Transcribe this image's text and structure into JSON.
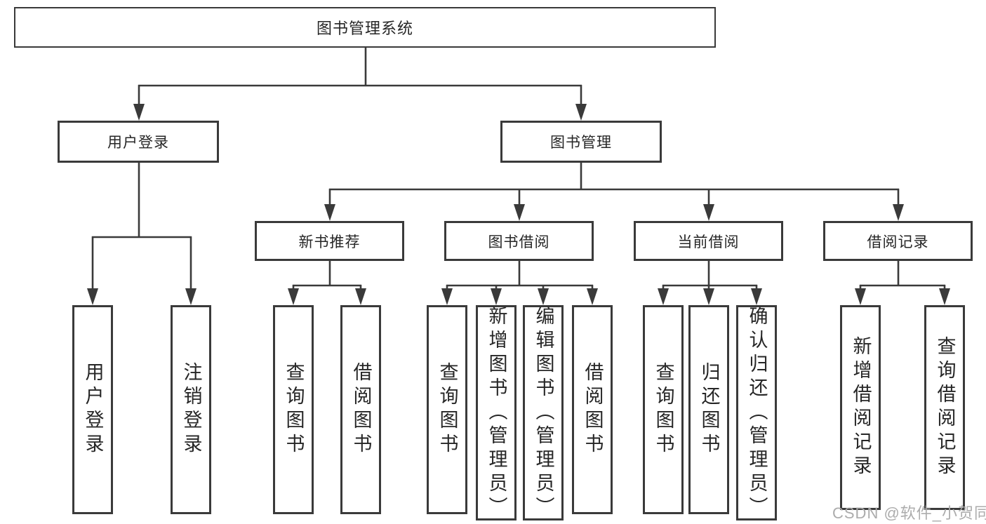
{
  "colors": {
    "line": "#3a3a3a",
    "box_border": "#3a3a3a",
    "box_fill": "#ffffff",
    "text": "#262626",
    "background": "#ffffff",
    "watermark": "#a8a8a8"
  },
  "tree": {
    "root": "图书管理系统",
    "login": {
      "label": "用户登录",
      "children": [
        "用户登录",
        "注销登录"
      ]
    },
    "management": {
      "label": "图书管理",
      "sections": [
        {
          "label": "新书推荐",
          "children": [
            "查询图书",
            "借阅图书"
          ]
        },
        {
          "label": "图书借阅",
          "children": [
            "查询图书",
            "新增图书（管理员）",
            "编辑图书（管理员）",
            "借阅图书"
          ]
        },
        {
          "label": "当前借阅",
          "children": [
            "查询图书",
            "归还图书",
            "确认归还（管理员）"
          ]
        },
        {
          "label": "借阅记录",
          "children": [
            "新增借阅记录",
            "查询借阅记录"
          ]
        }
      ]
    }
  },
  "watermark": "CSDN @软件_小贺同学"
}
